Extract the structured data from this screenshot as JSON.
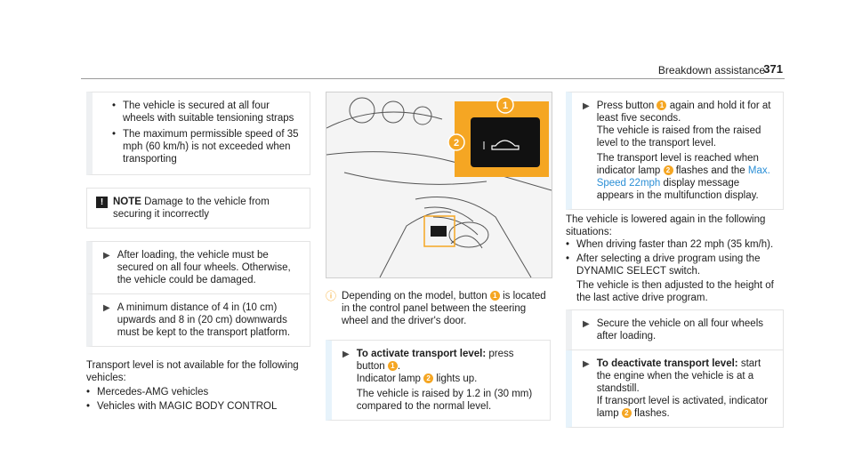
{
  "header": {
    "title": "Breakdown assistance",
    "page": "371"
  },
  "left": {
    "bullets": [
      "The vehicle is secured at all four wheels with suitable tensioning straps",
      "The maximum permissible speed of 35 mph (60 km/h) is not exceeded when transporting"
    ],
    "note": {
      "label": "NOTE",
      "text": "Damage to the vehicle from securing it incorrectly"
    },
    "steps": [
      "After loading, the vehicle must be secured on all four wheels. Otherwise, the vehicle could be damaged.",
      "A minimum distance of 4 in (10 cm) upwards and 8 in (20 cm) downwards must be kept to the transport platform."
    ],
    "intro": "Transport level is not available for the following vehicles:",
    "vehicles": [
      "Mercedes-AMG vehicles",
      "Vehicles with MAGIC BODY CONTROL"
    ]
  },
  "mid": {
    "hint_a": "Depending on the model, button",
    "hint_b": "is located in the control panel between the steering wheel and the driver's door.",
    "activate_label": "To activate transport level:",
    "activate_a": "press button",
    "indicator_a": "Indicator lamp",
    "indicator_b": "lights up.",
    "raised": "The vehicle is raised by 1.2 in (30 mm) compared to the normal level.",
    "callout_1": "1",
    "callout_2": "2"
  },
  "right": {
    "press_a": "Press button",
    "press_b": "again and hold it for at least five seconds.",
    "raised_from": "The vehicle is raised from the raised level to the transport level.",
    "transport_a": "The transport level is reached when indicator lamp",
    "transport_b": "flashes and the",
    "transport_link": "Max. Speed 22mph",
    "transport_c": "display message appears in the multifunction display.",
    "lowered": "The vehicle is lowered again in the following situations:",
    "situations": [
      "When driving faster than 22 mph (35 km/h).",
      "After selecting a drive program using the DYNAMIC SELECT switch."
    ],
    "adjusted": "The vehicle is then adjusted to the height of the last active drive program.",
    "secure": "Secure the vehicle on all four wheels after loading.",
    "deactivate_label": "To deactivate transport level:",
    "deactivate_a": "start the engine when the vehicle is at a standstill.",
    "deactivate_b": "If transport level is activated, indicator lamp",
    "deactivate_c": "flashes."
  },
  "colors": {
    "callout": "#f5a623",
    "link": "#2b8fd6",
    "button_panel": "#111111"
  }
}
